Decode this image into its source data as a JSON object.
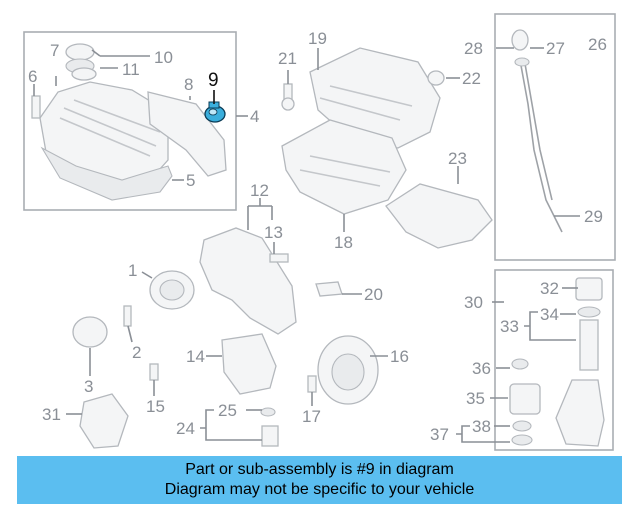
{
  "highlight_color": "#3aaedc",
  "caption_color": "#5bbef0",
  "caption": {
    "line1": "Part or sub-assembly is #9 in diagram",
    "line2": "Diagram may not be specific to your vehicle"
  },
  "callouts": {
    "c1": "1",
    "c2": "2",
    "c3": "3",
    "c4": "4",
    "c5": "5",
    "c6": "6",
    "c7": "7",
    "c8": "8",
    "c9": "9",
    "c10": "10",
    "c11": "11",
    "c12": "12",
    "c13": "13",
    "c14": "14",
    "c15": "15",
    "c16": "16",
    "c17": "17",
    "c18": "18",
    "c19": "19",
    "c20": "20",
    "c21": "21",
    "c22": "22",
    "c23": "23",
    "c24": "24",
    "c25": "25",
    "c26": "26",
    "c27": "27",
    "c28": "28",
    "c29": "29",
    "c30": "30",
    "c31": "31",
    "c32": "32",
    "c33": "33",
    "c34": "34",
    "c35": "35",
    "c36": "36",
    "c37": "37",
    "c38": "38"
  }
}
